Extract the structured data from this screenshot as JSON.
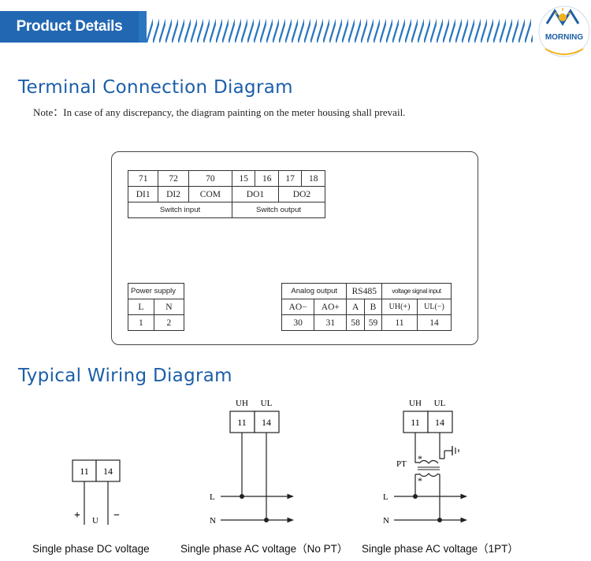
{
  "header": {
    "title": "Product Details",
    "logo_text": "MORNING",
    "accent_color": "#2a76c0"
  },
  "terminal": {
    "heading": "Terminal Connection Diagram",
    "note": "Note：In case of any discrepancy, the diagram painting on the meter housing shall prevail.",
    "top_table": {
      "numbers": [
        "71",
        "72",
        "70",
        "15",
        "16",
        "17",
        "18"
      ],
      "signals": [
        "DI1",
        "DI2",
        "COM",
        "DO1",
        "DO2"
      ],
      "groups": [
        "Switch input",
        "Switch output"
      ]
    },
    "power_table": {
      "header": "Power supply",
      "signals": [
        "L",
        "N"
      ],
      "numbers": [
        "1",
        "2"
      ]
    },
    "io_table": {
      "headers": [
        "Analog output",
        "RS485",
        "voltage signal input"
      ],
      "signals": [
        "AO−",
        "AO+",
        "A",
        "B",
        "UH(+)",
        "UL(−)"
      ],
      "numbers": [
        "30",
        "31",
        "58",
        "59",
        "11",
        "14"
      ]
    }
  },
  "wiring": {
    "heading": "Typical Wiring Diagram",
    "dc": {
      "terminals": [
        "11",
        "14"
      ],
      "plus": "+",
      "minus": "−",
      "source": "U",
      "caption": "Single phase DC voltage"
    },
    "ac_no_pt": {
      "labels": [
        "UH",
        "UL"
      ],
      "terminals": [
        "11",
        "14"
      ],
      "lines": [
        "L",
        "N"
      ],
      "caption": "Single phase AC voltage（No PT）"
    },
    "ac_pt": {
      "labels": [
        "UH",
        "UL"
      ],
      "terminals": [
        "11",
        "14"
      ],
      "pt_label": "PT",
      "marks": [
        "*",
        "*"
      ],
      "lines": [
        "L",
        "N"
      ],
      "caption": "Single phase AC voltage（1PT）"
    }
  }
}
